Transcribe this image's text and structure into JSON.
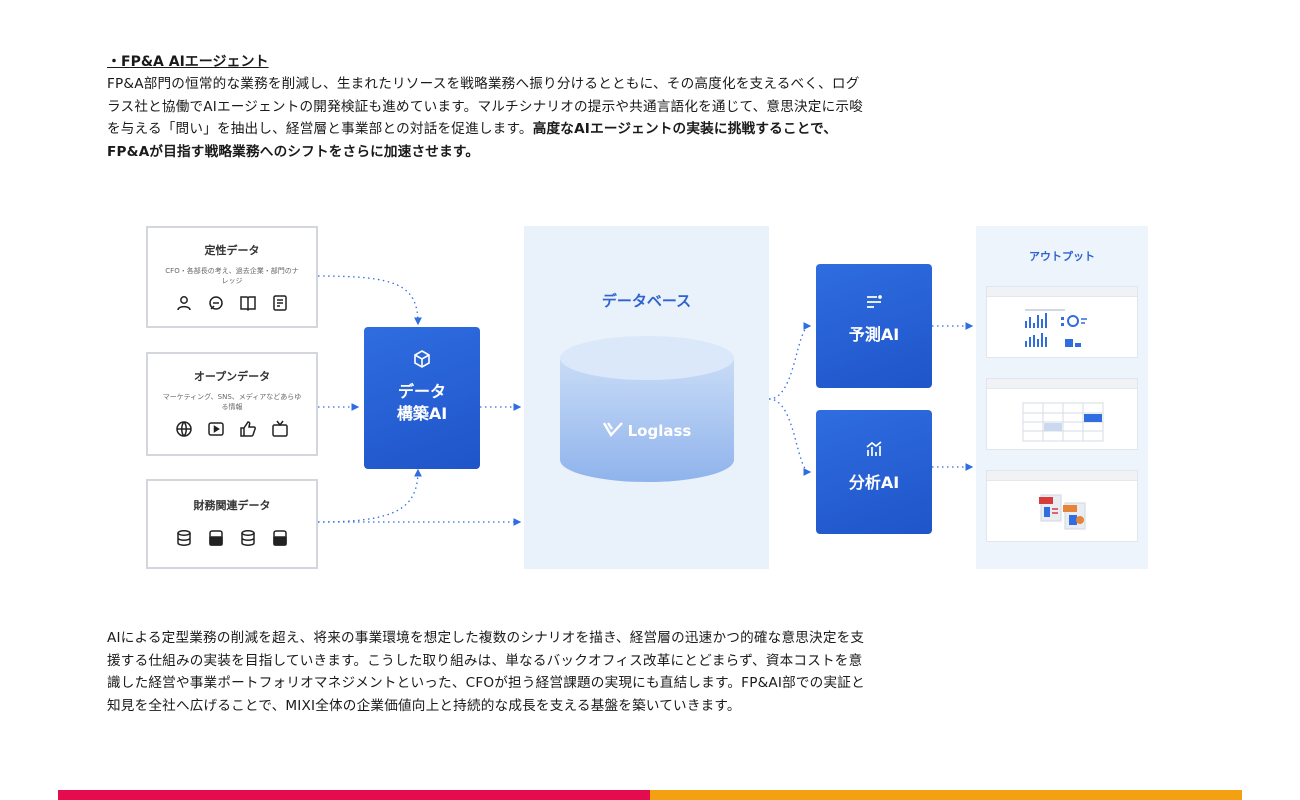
{
  "section": {
    "heading": "・FP&A AIエージェント",
    "para1_lines": [
      "FP&A部門の恒常的な業務を削減し、生まれたリソースを戦略業務へ振り分けるとともに、その高度化を支えるべく、ログ",
      "ラス社と協働でAIエージェントの開発検証も進めています。マルチシナリオの提示や共通言語化を通じて、意思決定に示唆",
      "を与える「問い」を抽出し、経営層と事業部との対話を促進します。"
    ],
    "para1_bold_tail": "高度なAIエージェントの実装に挑戦することで、",
    "para1_bold_line": "FP&Aが目指す戦略業務へのシフトをさらに加速させます。",
    "para2_lines": [
      "AIによる定型業務の削減を超え、将来の事業環境を想定した複数のシナリオを描き、経営層の迅速かつ的確な意思決定を支",
      "援する仕組みの実装を目指していきます。こうした取り組みは、単なるバックオフィス改革にとどまらず、資本コストを意",
      "識した経営や事業ポートフォリオマネジメントといった、CFOが担う経営課題の実現にも直結します。FP&AI部での実証と",
      "知見を全社へ広げることで、MIXI全体の企業価値向上と持続的な成長を支える基盤を築いていきます。"
    ]
  },
  "diagram": {
    "sources": [
      {
        "title": "定性データ",
        "desc": "CFO・各部長の考え、過去企業・部門のナレッジ",
        "icons": [
          "person-icon",
          "chat-icon",
          "book-icon",
          "document-icon"
        ]
      },
      {
        "title": "オープンデータ",
        "desc": "マーケティング、SNS、メディアなどあらゆる情報",
        "icons": [
          "globe-icon",
          "video-icon",
          "thumbs-up-icon",
          "tv-icon"
        ]
      },
      {
        "title": "財務関連データ",
        "icons": [
          "database-icon",
          "server-icon",
          "database-icon",
          "server-icon"
        ]
      }
    ],
    "builder_ai": {
      "line1": "データ",
      "line2": "構築AI",
      "icon": "cube-icon"
    },
    "database": {
      "title": "データベース",
      "brand": "Loglass"
    },
    "forecast_ai": {
      "label": "予測AI",
      "icon": "lines-icon"
    },
    "analysis_ai": {
      "label": "分析AI",
      "icon": "bar-chart-icon"
    },
    "output": {
      "title": "アウトプット"
    }
  },
  "colors": {
    "accent_blue": "#2f6de0",
    "footer_red": "#e40b4f",
    "footer_orange": "#f4a013"
  }
}
